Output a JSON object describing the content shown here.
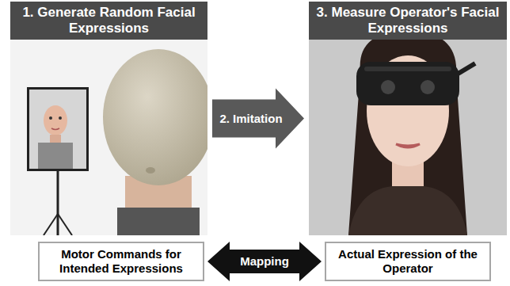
{
  "diagram": {
    "nodes": [
      {
        "text": [
          "1. Generate Random Facial Expressions"
        ]
      },
      {
        "text": [
          "3. Measure Operator's Facial Expressions"
        ]
      },
      {
        "text": [
          "Motor Commands for Intended Expressions"
        ]
      },
      {
        "text": [
          "Actual Expression of the Operator"
        ]
      }
    ],
    "edges": [
      {
        "from": 0,
        "to": 1,
        "label": "2. Imitation",
        "arrow": "to"
      },
      {
        "from": 2,
        "to": 3,
        "label": "Mapping",
        "arrow": "both"
      }
    ]
  }
}
